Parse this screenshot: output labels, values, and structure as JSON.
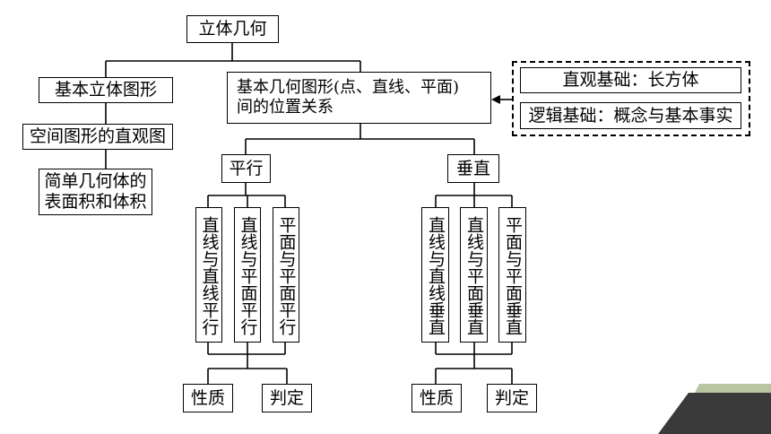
{
  "root": "立体几何",
  "left_branch": {
    "n1": "基本立体图形",
    "n2": "空间图形的直观图",
    "n3_line1": "简单几何体的",
    "n3_line2": "表面积和体积"
  },
  "center": {
    "line1": "基本几何图形(点、直线、平面)",
    "line2": "间的位置关系"
  },
  "basis": {
    "intuitive": "直观基础：长方体",
    "logical": "逻辑基础：概念与基本事实"
  },
  "parallel": {
    "title": "平行",
    "items": [
      "直线与直线平行",
      "直线与平面平行",
      "平面与平面平行"
    ],
    "property": "性质",
    "judgment": "判定"
  },
  "perpendicular": {
    "title": "垂直",
    "items": [
      "直线与直线垂直",
      "直线与平面垂直",
      "平面与平面垂直"
    ],
    "property": "性质",
    "judgment": "判定"
  },
  "colors": {
    "line": "#000000",
    "decoration_dark": "#3a3a3a",
    "decoration_light": "#b9c4a3"
  }
}
